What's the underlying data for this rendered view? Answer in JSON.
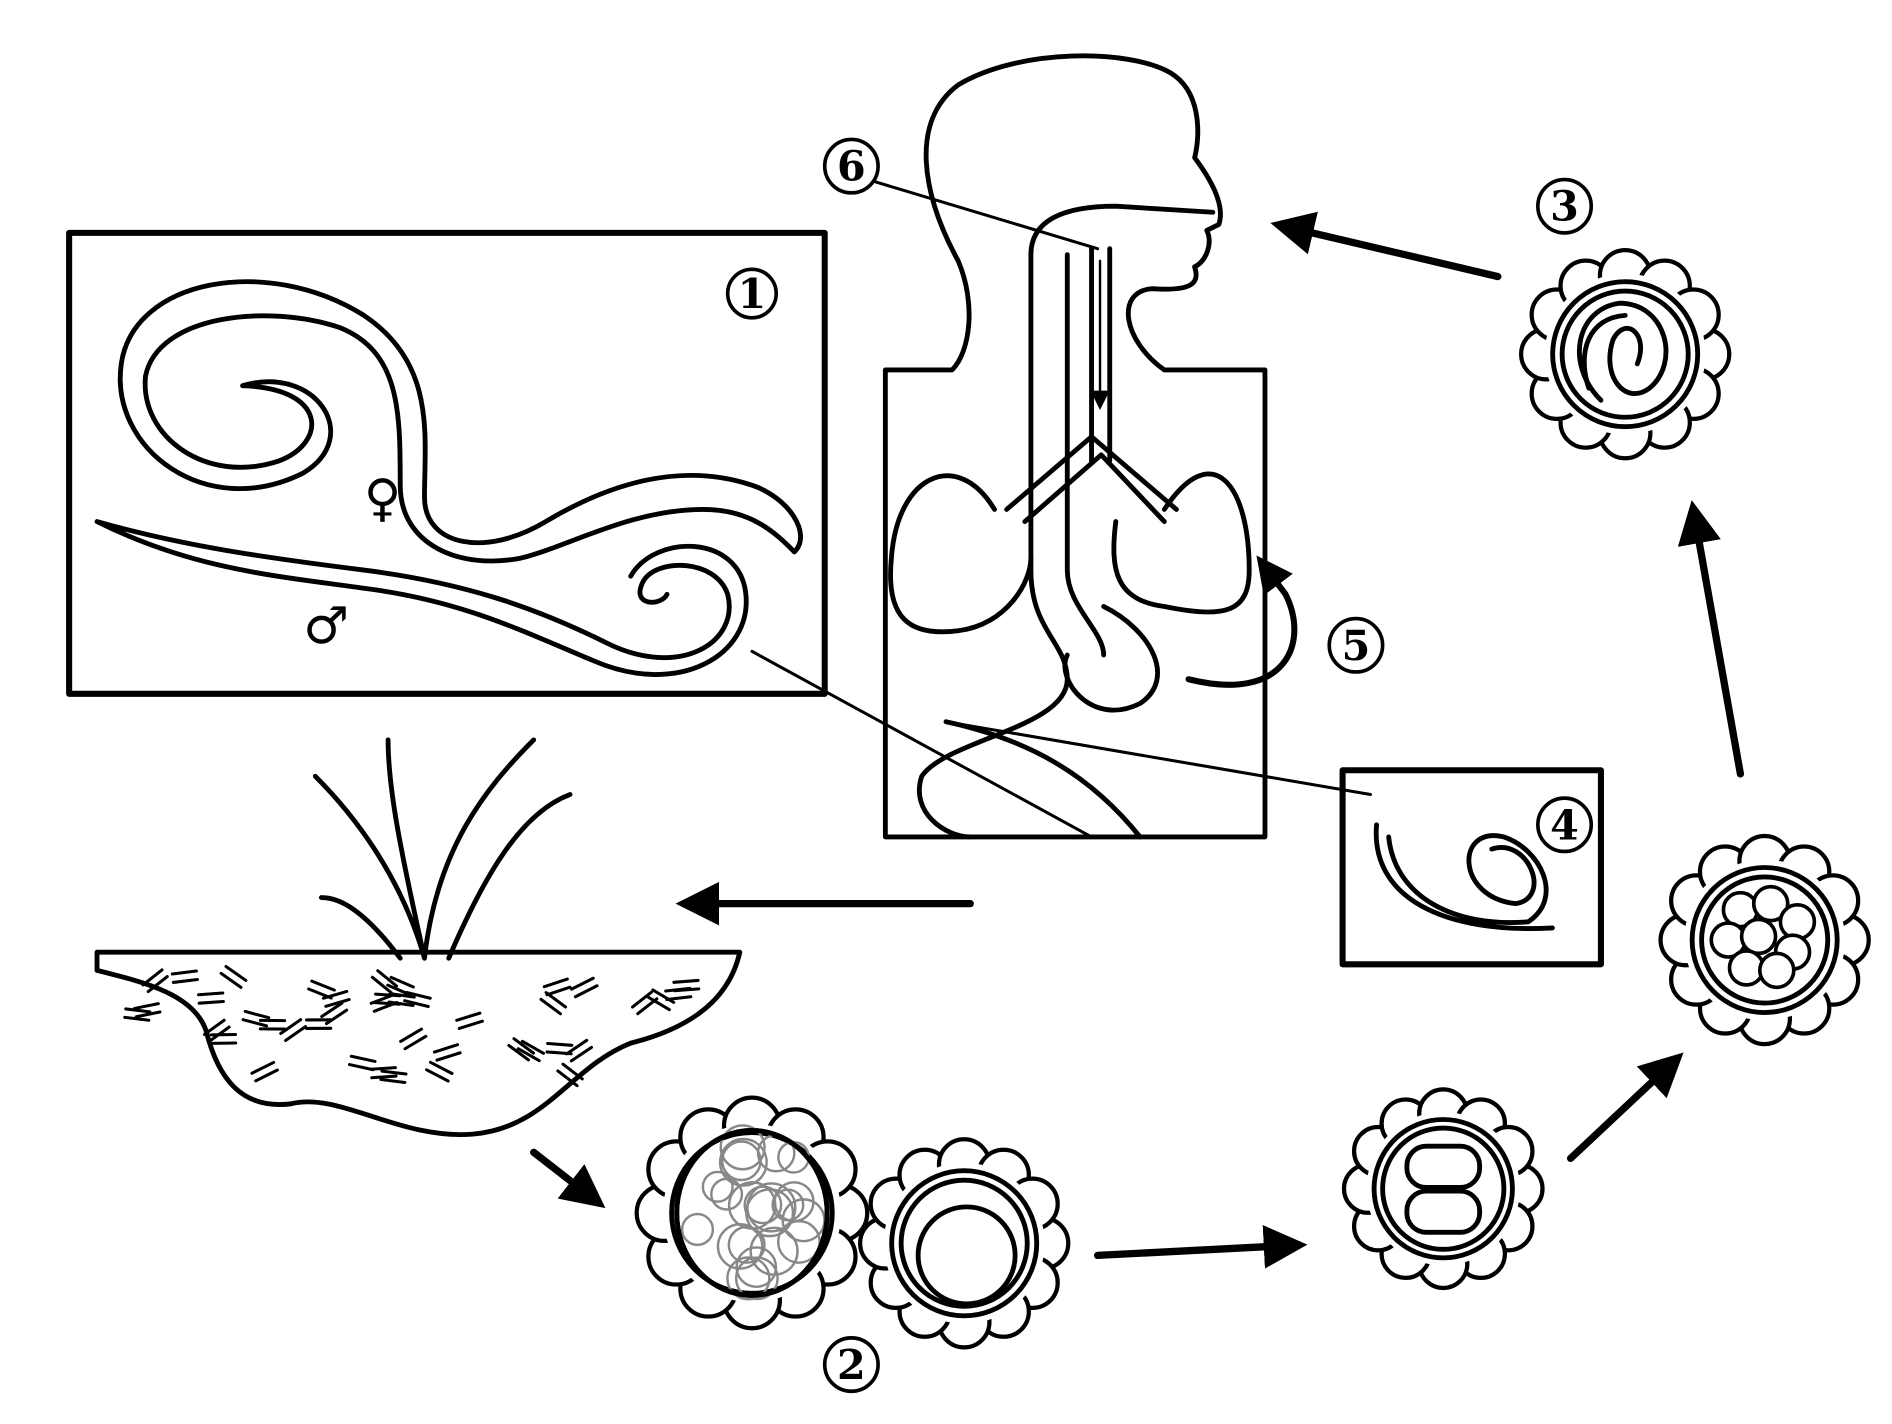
{
  "labels": {
    "adult_worms": "1",
    "eggs_in_soil": "2",
    "infective_egg": "3",
    "larva": "4",
    "lung_migration": "5",
    "swallowed": "6"
  },
  "symbols": {
    "female": "♀",
    "male": "♂"
  },
  "colors": {
    "ink": "#000000",
    "background": "#ffffff",
    "egg_cells": "#888888"
  }
}
